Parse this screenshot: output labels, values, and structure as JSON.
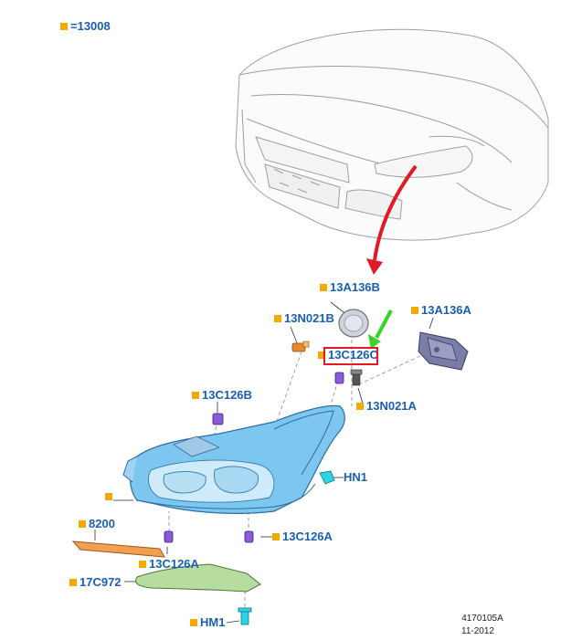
{
  "legend": {
    "text": "=13008"
  },
  "callouts": {
    "c13A136B": "13A136B",
    "c13N021B": "13N021B",
    "c13C126C": "13C126C",
    "c13A136A": "13A136A",
    "c13C126B": "13C126B",
    "c13N021A": "13N021A",
    "cHN1": "HN1",
    "c8200": "8200",
    "c13C126A_lower": "13C126A",
    "c13C126A_right": "13C126A",
    "c17C972": "17C972",
    "cHM1": "HM1"
  },
  "footer": {
    "figure_number": "4170105A",
    "date": "11-2012"
  },
  "colors": {
    "label_text": "#1a5fb4",
    "callout_square": "#f2a900",
    "highlight_box": "#e01b24",
    "red_arrow": "#e01b24",
    "green_arrow": "#3ad12a",
    "headlamp_lens": "#7cc6f0",
    "clip": "#8a5bd6",
    "bracket": "#b6dca0",
    "reflector": "#f0a050",
    "hn1_part": "#2fd2e0"
  }
}
